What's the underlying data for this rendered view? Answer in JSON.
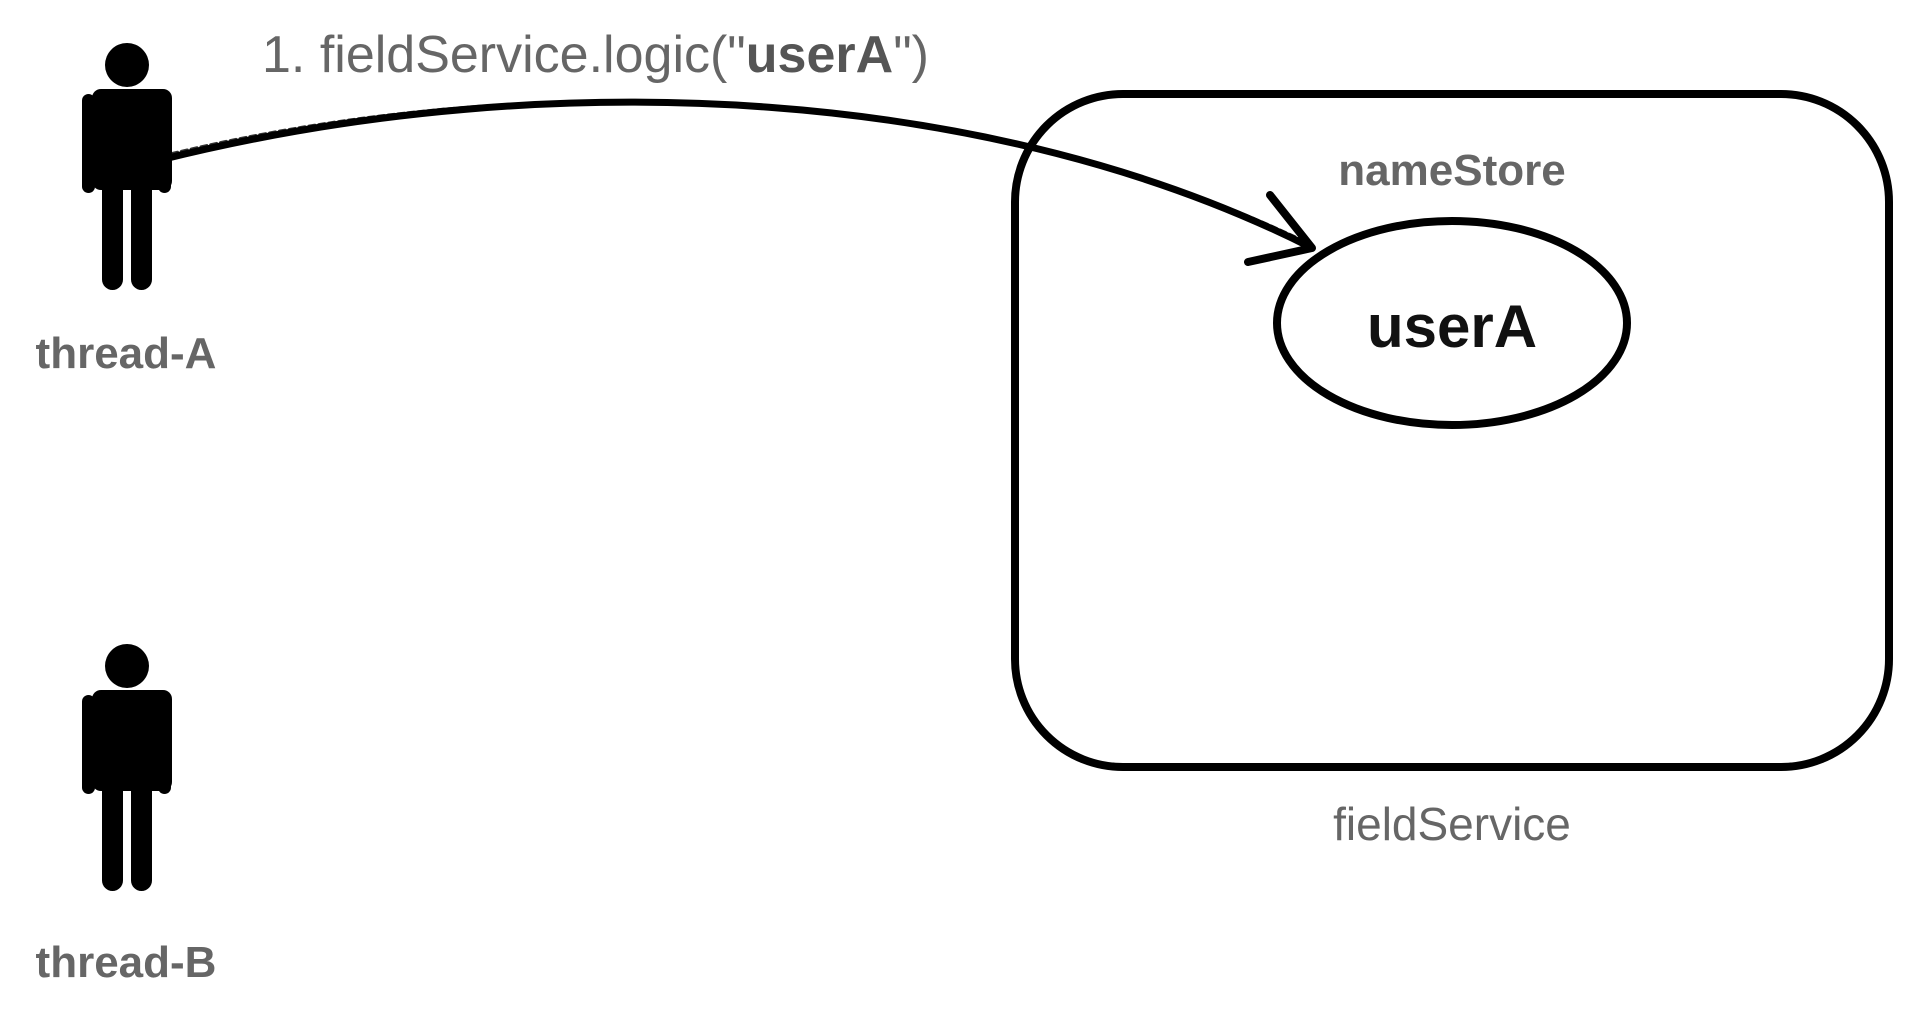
{
  "call": {
    "prefix": "1. fieldService.logic(\"",
    "arg": "userA",
    "suffix": "\")"
  },
  "threads": [
    {
      "label": "thread-A"
    },
    {
      "label": "thread-B"
    }
  ],
  "service": {
    "name": "fieldService",
    "field": {
      "name": "nameStore",
      "value": "userA"
    }
  },
  "colors": {
    "text_gray": "#666666",
    "stroke": "#000000"
  },
  "icons": {
    "person": "person-icon"
  }
}
